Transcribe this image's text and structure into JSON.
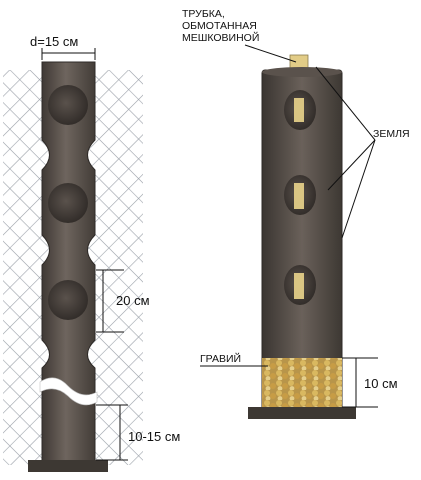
{
  "labels": {
    "diameter": "d=15 см",
    "hole_spacing": "20 см",
    "bottom_depth": "10-15 см",
    "tube_line1": "ТРУБКА,",
    "tube_line2": "ОБМОТАННАЯ",
    "tube_line3": "МЕШКОВИНОЙ",
    "soil": "ЗЕМЛЯ",
    "gravel": "ГРАВИЙ",
    "gravel_depth": "10 см"
  },
  "colors": {
    "column_dark": "#4f4843",
    "column_mid": "#6b625b",
    "column_light": "#8a8079",
    "hole_dark": "#3a3430",
    "mesh": "#9aa0a8",
    "base": "#3d3833",
    "gravel_gold": "#c9a24a",
    "gravel_light": "#e8d9a8",
    "tube_color": "#e2cc87"
  }
}
